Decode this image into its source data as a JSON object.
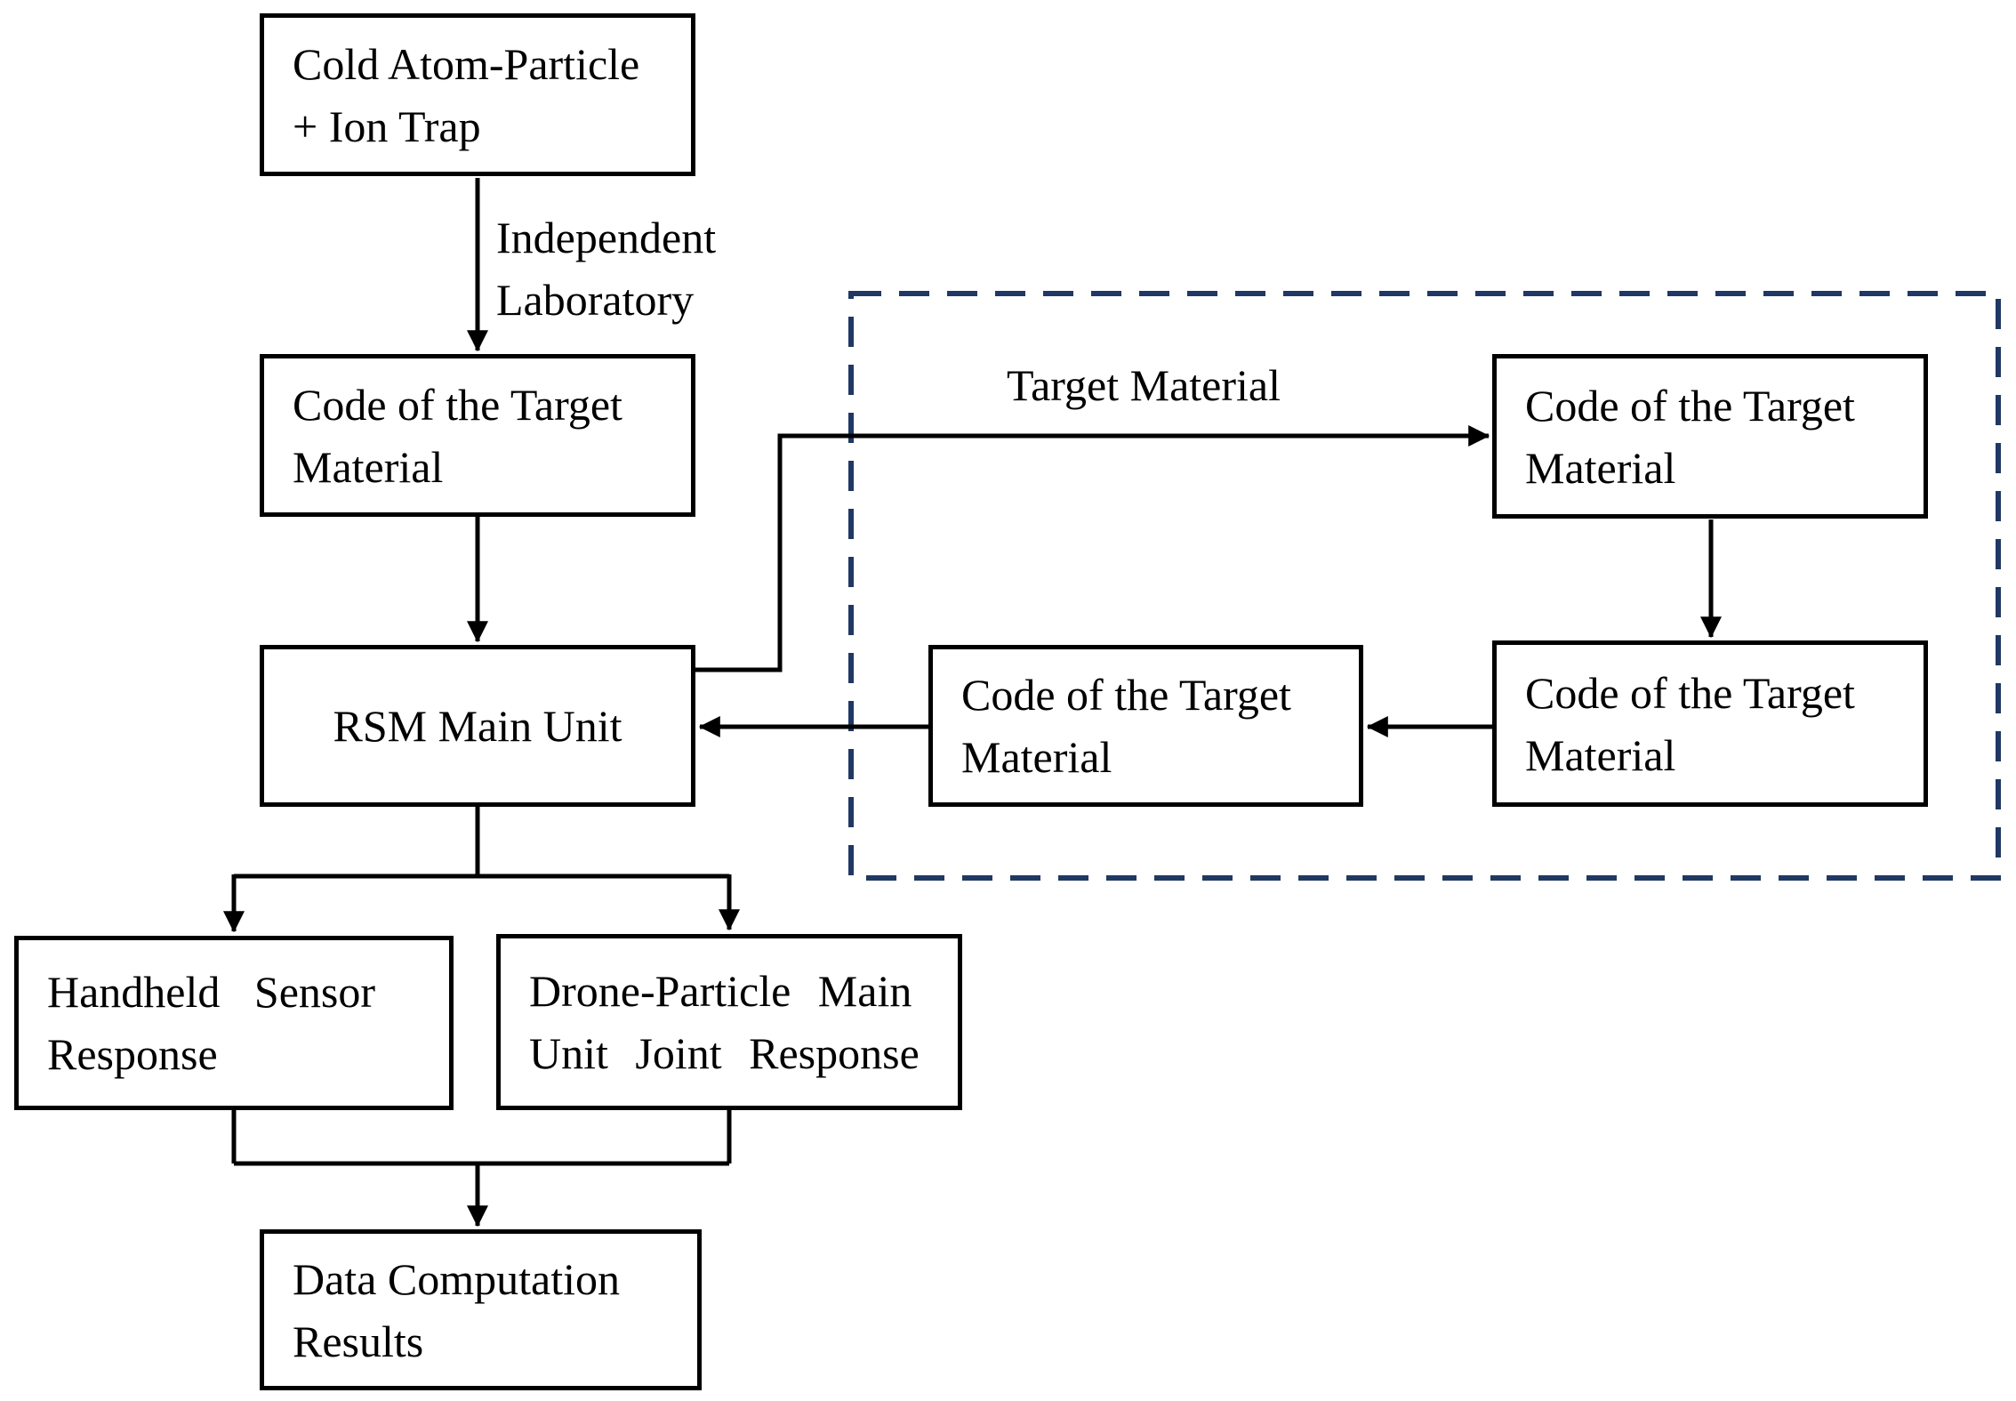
{
  "diagram": {
    "type": "flowchart",
    "colors": {
      "line": "#000000",
      "box_border": "#000000",
      "box_background": "#ffffff",
      "text": "#000000",
      "dashed_region_border": "#203864"
    },
    "nodes": {
      "cold_atom": {
        "lines": [
          "Cold Atom-Particle",
          "+ Ion Trap"
        ]
      },
      "code_left": {
        "lines": [
          "Code of the Target",
          "Material"
        ]
      },
      "rsm": {
        "lines": [
          "RSM Main Unit"
        ]
      },
      "code_top_right": {
        "lines": [
          "Code of the Target",
          "Material"
        ]
      },
      "code_bottom_right": {
        "lines": [
          "Code of the Target",
          "Material"
        ]
      },
      "code_middle": {
        "lines": [
          "Code of the Target",
          "Material"
        ]
      },
      "handheld": {
        "lines": [
          "Handheld Sensor",
          "Response"
        ]
      },
      "drone": {
        "lines": [
          "Drone-Particle Main",
          "Unit Joint Response"
        ]
      },
      "data_results": {
        "lines": [
          "Data Computation",
          "Results"
        ]
      }
    },
    "labels": {
      "independent_laboratory": {
        "lines": [
          "Independent",
          "Laboratory"
        ]
      },
      "target_material": {
        "lines": [
          "Target Material"
        ]
      }
    },
    "edges": [
      {
        "from": "cold_atom",
        "to": "code_left",
        "label": "Independent Laboratory"
      },
      {
        "from": "code_left",
        "to": "rsm",
        "label": ""
      },
      {
        "from": "rsm",
        "to": "code_top_right",
        "label": "Target Material"
      },
      {
        "from": "code_top_right",
        "to": "code_bottom_right",
        "label": ""
      },
      {
        "from": "code_bottom_right",
        "to": "code_middle",
        "label": ""
      },
      {
        "from": "code_middle",
        "to": "rsm",
        "label": ""
      },
      {
        "from": "rsm",
        "to": "handheld",
        "label": ""
      },
      {
        "from": "rsm",
        "to": "drone",
        "label": ""
      },
      {
        "from": "handheld",
        "to": "data_results",
        "label": ""
      },
      {
        "from": "drone",
        "to": "data_results",
        "label": ""
      }
    ],
    "dashed_region": {
      "label_inside": "Target Material"
    }
  }
}
